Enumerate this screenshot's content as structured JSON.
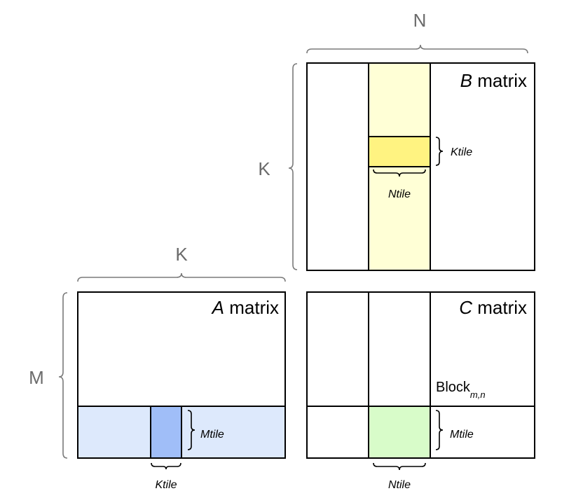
{
  "dimensions": {
    "b_width": "N",
    "b_height": "K",
    "a_width": "K",
    "a_height": "M"
  },
  "matrices": {
    "b": {
      "italic_letter": "B",
      "suffix": " matrix"
    },
    "a": {
      "italic_letter": "A",
      "suffix": " matrix"
    },
    "c": {
      "italic_letter": "C",
      "suffix": " matrix"
    }
  },
  "tiles": {
    "b_tile_height": "Ktile",
    "b_tile_width": "Ntile",
    "a_tile_height": "Mtile",
    "a_tile_width": "Ktile",
    "c_tile_height": "Mtile",
    "c_tile_width": "Ntile"
  },
  "block_label": {
    "base": "Block",
    "subscript": "m,n"
  },
  "colors": {
    "b_strip": "#ffffd6",
    "b_tile": "#fff381",
    "a_strip": "#dde9fc",
    "a_tile": "#a0bef8",
    "c_tile": "#d8fcc9",
    "dimension_text": "#6b6b6b"
  }
}
